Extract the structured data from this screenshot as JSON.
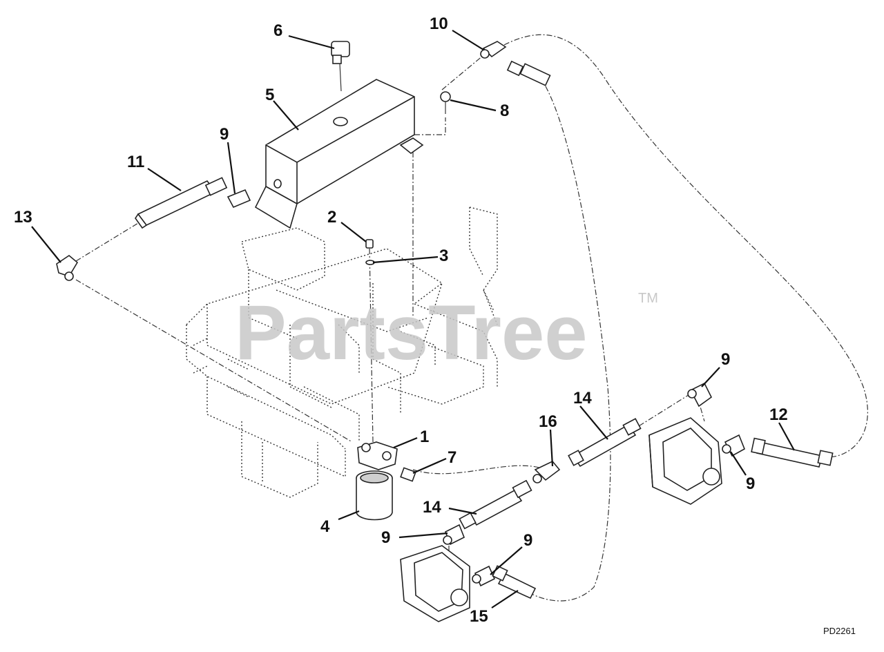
{
  "watermark": {
    "text": "PartsTree",
    "trademark": "TM"
  },
  "reference_code": "PD2261",
  "callouts": [
    {
      "id": "c1",
      "label": "1"
    },
    {
      "id": "c2",
      "label": "2"
    },
    {
      "id": "c3",
      "label": "3"
    },
    {
      "id": "c4",
      "label": "4"
    },
    {
      "id": "c5",
      "label": "5"
    },
    {
      "id": "c6",
      "label": "6"
    },
    {
      "id": "c7",
      "label": "7"
    },
    {
      "id": "c8",
      "label": "8"
    },
    {
      "id": "c9a",
      "label": "9"
    },
    {
      "id": "c9b",
      "label": "9"
    },
    {
      "id": "c9c",
      "label": "9"
    },
    {
      "id": "c9d",
      "label": "9"
    },
    {
      "id": "c9e",
      "label": "9"
    },
    {
      "id": "c10",
      "label": "10"
    },
    {
      "id": "c11",
      "label": "11"
    },
    {
      "id": "c12",
      "label": "12"
    },
    {
      "id": "c13",
      "label": "13"
    },
    {
      "id": "c14a",
      "label": "14"
    },
    {
      "id": "c14b",
      "label": "14"
    },
    {
      "id": "c15",
      "label": "15"
    },
    {
      "id": "c16",
      "label": "16"
    }
  ]
}
